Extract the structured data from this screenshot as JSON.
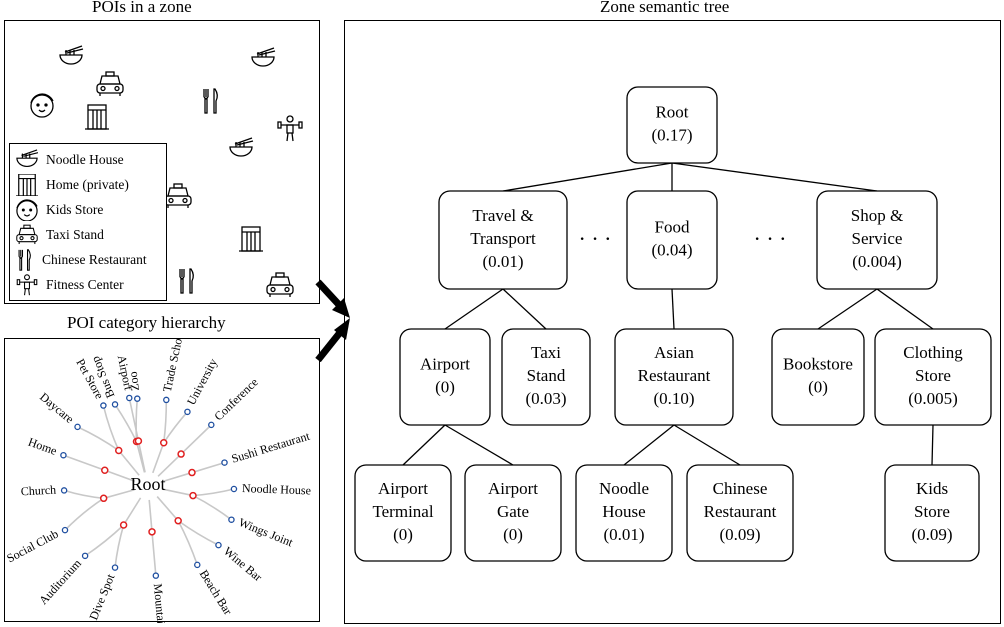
{
  "titles": {
    "pois": "POIs in a zone",
    "hierarchy": "POI category hierarchy",
    "tree": "Zone semantic tree"
  },
  "legend": [
    {
      "icon": "noodle-bowl-icon",
      "label": "Noodle House"
    },
    {
      "icon": "building-icon",
      "label": "Home (private)"
    },
    {
      "icon": "kid-face-icon",
      "label": "Kids Store"
    },
    {
      "icon": "taxi-icon",
      "label": "Taxi Stand"
    },
    {
      "icon": "fork-knife-icon",
      "label": "Chinese Restaurant"
    },
    {
      "icon": "weightlifter-icon",
      "label": "Fitness  Center"
    }
  ],
  "hierarchy": {
    "root": "Root",
    "leaves": [
      "Bus Stop",
      "Zoo",
      "Trade School",
      "University",
      "Conference",
      "Sushi Restaurant",
      "Noodle House",
      "Wings Joint",
      "Wine Bar",
      "Beach Bar",
      "Mountain",
      "Dive Spot",
      "Auditorium",
      "Social Club",
      "Church",
      "Home",
      "Daycare",
      "Pet Store",
      "Airport"
    ]
  },
  "tree": {
    "ellipsis": "· · ·",
    "nodes": {
      "root": {
        "name": "Root",
        "value": "(0.17)"
      },
      "travel": {
        "name": "Travel & Transport",
        "value": "(0.01)"
      },
      "food": {
        "name": "Food",
        "value": "(0.04)"
      },
      "shop": {
        "name": "Shop & Service",
        "value": "(0.004)"
      },
      "airport": {
        "name": "Airport",
        "value": "(0)"
      },
      "taxi": {
        "name": "Taxi Stand",
        "value": "(0.03)"
      },
      "asian": {
        "name": "Asian Restaurant",
        "value": "(0.10)"
      },
      "bookstore": {
        "name": "Bookstore",
        "value": "(0)"
      },
      "clothing": {
        "name": "Clothing Store",
        "value": "(0.005)"
      },
      "terminal": {
        "name": "Airport Terminal",
        "value": "(0)"
      },
      "gate": {
        "name": "Airport Gate",
        "value": "(0)"
      },
      "noodle": {
        "name": "Noodle House",
        "value": "(0.01)"
      },
      "chinese": {
        "name": "Chinese Restaurant",
        "value": "(0.09)"
      },
      "kids": {
        "name": "Kids Store",
        "value": "(0.09)"
      }
    }
  }
}
